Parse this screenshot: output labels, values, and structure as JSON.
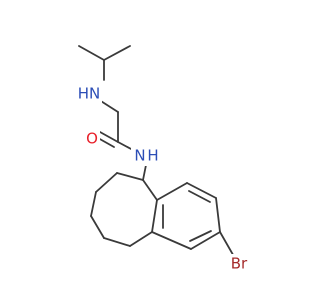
{
  "molecule": {
    "atoms": {
      "amine_nitrogen": {
        "symbol": "N",
        "hydrogen": "H",
        "label_text": "HN",
        "color": "#2b4db6"
      },
      "carbonyl_oxygen": {
        "symbol": "O",
        "label_text": "O",
        "color": "#e8202a"
      },
      "amide_nitrogen": {
        "symbol": "N",
        "hydrogen": "H",
        "label_text": "N",
        "hydrogen_text": "H",
        "color": "#2b4db6"
      },
      "bromine": {
        "symbol": "Br",
        "label_text": "Br",
        "color": "#a52a2a"
      }
    },
    "bond_color": "#3a3a3a"
  }
}
